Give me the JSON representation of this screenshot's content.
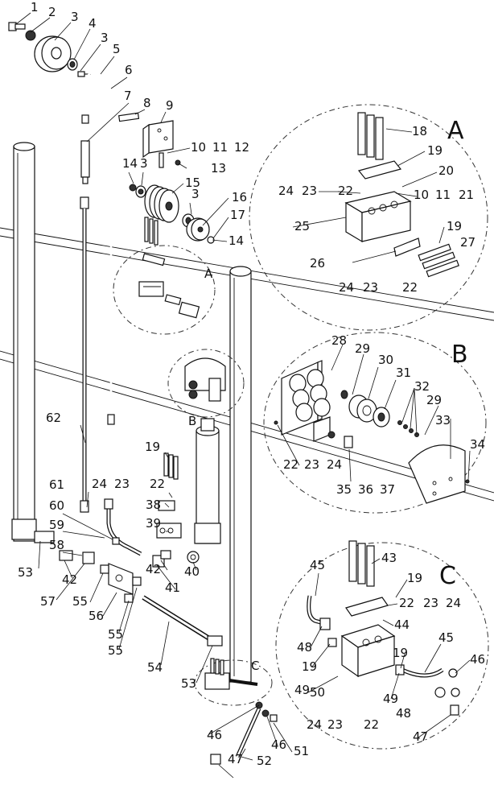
{
  "detail_letters": [
    "A",
    "B",
    "C"
  ],
  "callouts": [
    {
      "id": "c1",
      "text": "1"
    },
    {
      "id": "c2",
      "text": "2"
    },
    {
      "id": "c3a",
      "text": "3"
    },
    {
      "id": "c4",
      "text": "4"
    },
    {
      "id": "c3b",
      "text": "3"
    },
    {
      "id": "c5",
      "text": "5"
    },
    {
      "id": "c6",
      "text": "6"
    },
    {
      "id": "c7",
      "text": "7"
    },
    {
      "id": "c8",
      "text": "8"
    },
    {
      "id": "c9",
      "text": "9"
    },
    {
      "id": "c10",
      "text": "10"
    },
    {
      "id": "c11",
      "text": "11"
    },
    {
      "id": "c12",
      "text": "12"
    },
    {
      "id": "c13",
      "text": "13"
    },
    {
      "id": "c14a",
      "text": "14"
    },
    {
      "id": "c3c",
      "text": "3"
    },
    {
      "id": "c15",
      "text": "15"
    },
    {
      "id": "c3d",
      "text": "3"
    },
    {
      "id": "c16",
      "text": "16"
    },
    {
      "id": "c17",
      "text": "17"
    },
    {
      "id": "c14b",
      "text": "14"
    },
    {
      "id": "cA_small",
      "text": "A"
    },
    {
      "id": "cB_small",
      "text": "B"
    },
    {
      "id": "cC_small",
      "text": "C"
    },
    {
      "id": "c18",
      "text": "18"
    },
    {
      "id": "c19a",
      "text": "19"
    },
    {
      "id": "c20",
      "text": "20"
    },
    {
      "id": "c24a",
      "text": "24"
    },
    {
      "id": "c23a",
      "text": "23"
    },
    {
      "id": "c22a",
      "text": "22"
    },
    {
      "id": "c10b",
      "text": "10"
    },
    {
      "id": "c11b",
      "text": "11"
    },
    {
      "id": "c21",
      "text": "21"
    },
    {
      "id": "c25",
      "text": "25"
    },
    {
      "id": "c19b",
      "text": "19"
    },
    {
      "id": "c27",
      "text": "27"
    },
    {
      "id": "c26",
      "text": "26"
    },
    {
      "id": "c24b",
      "text": "24"
    },
    {
      "id": "c23b",
      "text": "23"
    },
    {
      "id": "c22b",
      "text": "22"
    },
    {
      "id": "c28",
      "text": "28"
    },
    {
      "id": "c29a",
      "text": "29"
    },
    {
      "id": "c30",
      "text": "30"
    },
    {
      "id": "c31",
      "text": "31"
    },
    {
      "id": "c32",
      "text": "32"
    },
    {
      "id": "c29b",
      "text": "29"
    },
    {
      "id": "c33",
      "text": "33"
    },
    {
      "id": "c34",
      "text": "34"
    },
    {
      "id": "c22c",
      "text": "22"
    },
    {
      "id": "c23c",
      "text": "23"
    },
    {
      "id": "c24c",
      "text": "24"
    },
    {
      "id": "c35",
      "text": "35"
    },
    {
      "id": "c36",
      "text": "36"
    },
    {
      "id": "c37",
      "text": "37"
    },
    {
      "id": "c62",
      "text": "62"
    },
    {
      "id": "c19c",
      "text": "19"
    },
    {
      "id": "c24d",
      "text": "24"
    },
    {
      "id": "c23d",
      "text": "23"
    },
    {
      "id": "c22d",
      "text": "22"
    },
    {
      "id": "c61",
      "text": "61"
    },
    {
      "id": "c60",
      "text": "60"
    },
    {
      "id": "c38",
      "text": "38"
    },
    {
      "id": "c59",
      "text": "59"
    },
    {
      "id": "c39",
      "text": "39"
    },
    {
      "id": "c58",
      "text": "58"
    },
    {
      "id": "c53a",
      "text": "53"
    },
    {
      "id": "c42a",
      "text": "42"
    },
    {
      "id": "c42b",
      "text": "42"
    },
    {
      "id": "c40",
      "text": "40"
    },
    {
      "id": "c57",
      "text": "57"
    },
    {
      "id": "c55a",
      "text": "55"
    },
    {
      "id": "c41",
      "text": "41"
    },
    {
      "id": "c56",
      "text": "56"
    },
    {
      "id": "c55b",
      "text": "55"
    },
    {
      "id": "c55c",
      "text": "55"
    },
    {
      "id": "c54",
      "text": "54"
    },
    {
      "id": "c53b",
      "text": "53"
    },
    {
      "id": "c43",
      "text": "43"
    },
    {
      "id": "c45a",
      "text": "45"
    },
    {
      "id": "c19d",
      "text": "19"
    },
    {
      "id": "c22e",
      "text": "22"
    },
    {
      "id": "c23e",
      "text": "23"
    },
    {
      "id": "c24e",
      "text": "24"
    },
    {
      "id": "c48a",
      "text": "48"
    },
    {
      "id": "c44",
      "text": "44"
    },
    {
      "id": "c19e",
      "text": "19"
    },
    {
      "id": "c45b",
      "text": "45"
    },
    {
      "id": "c19f",
      "text": "19"
    },
    {
      "id": "c46a",
      "text": "46"
    },
    {
      "id": "c49a",
      "text": "49"
    },
    {
      "id": "c50",
      "text": "50"
    },
    {
      "id": "c49b",
      "text": "49"
    },
    {
      "id": "c48b",
      "text": "48"
    },
    {
      "id": "c24f",
      "text": "24"
    },
    {
      "id": "c23f",
      "text": "23"
    },
    {
      "id": "c22f",
      "text": "22"
    },
    {
      "id": "c47a",
      "text": "47"
    },
    {
      "id": "c46b",
      "text": "46"
    },
    {
      "id": "c46c",
      "text": "46"
    },
    {
      "id": "c47b",
      "text": "47"
    },
    {
      "id": "c51",
      "text": "51"
    },
    {
      "id": "c52",
      "text": "52"
    }
  ]
}
